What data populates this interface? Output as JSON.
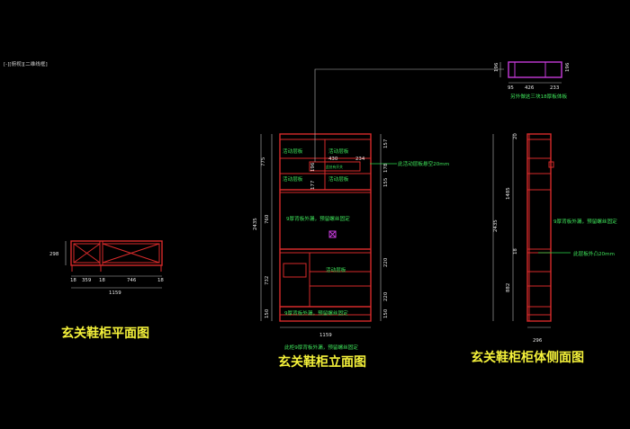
{
  "header": {
    "view_tag": "[-][俯视][二维线框]"
  },
  "plan": {
    "title": "玄关鞋柜平面图",
    "height_dim": "298",
    "segments": [
      "18",
      "359",
      "18",
      "746",
      "18"
    ],
    "total": "1159"
  },
  "elevation": {
    "title": "玄关鞋柜立面图",
    "labels": {
      "shelf_tl": "活动层板",
      "shelf_tr": "活动层板",
      "shelf_ml": "活动层板",
      "shelf_mr": "活动层板",
      "back_panel_1": "9厚背板外漏，预留螺丝固定",
      "shelf_lower": "活动层板",
      "back_panel_2": "9厚背板外漏，预留螺丝固定",
      "note_bottom": "此柜9厚背板外漏，预留螺丝固定",
      "shelf_gap_note": "此活动层板悬空20mm",
      "small_note": "此处有开关"
    },
    "left_dims": [
      "775",
      "2435",
      "760",
      "732",
      "150"
    ],
    "inner_dims": [
      "430",
      "234",
      "196",
      "177"
    ],
    "right_dims": [
      "157",
      "178",
      "155",
      "220",
      "220",
      "150"
    ],
    "bottom_dim": "1159"
  },
  "side": {
    "title": "玄关鞋柜柜体侧面图",
    "left_dims": [
      "20",
      "1485",
      "2435",
      "18",
      "882"
    ],
    "note": "此层板外凸20mm",
    "bottom_dim": "296"
  },
  "detail": {
    "height_dim": "196",
    "segments": [
      "95",
      "426",
      "233"
    ],
    "right_dim": "196",
    "note": "另外做这三块18厚板体板"
  }
}
